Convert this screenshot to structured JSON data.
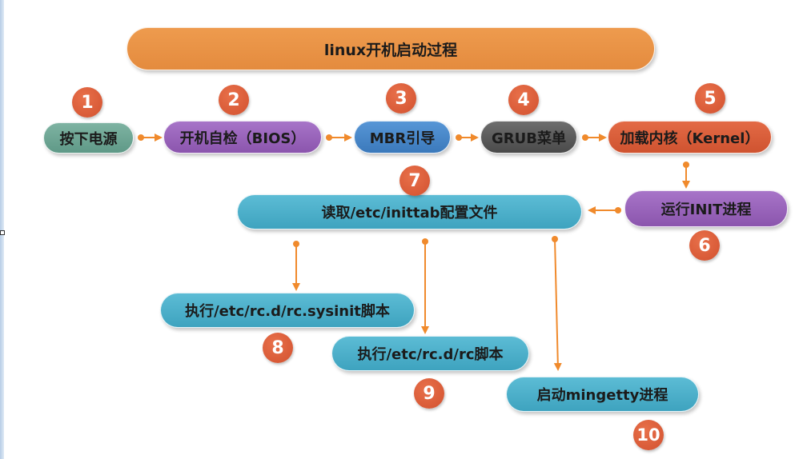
{
  "title": "linux开机启动过程",
  "steps": [
    {
      "num": "1",
      "label": "按下电源"
    },
    {
      "num": "2",
      "label": "开机自检（BIOS）"
    },
    {
      "num": "3",
      "label": "MBR引导"
    },
    {
      "num": "4",
      "label": "GRUB菜单"
    },
    {
      "num": "5",
      "label": "加载内核（Kernel）"
    },
    {
      "num": "6",
      "label": "运行INIT进程"
    },
    {
      "num": "7",
      "label": "读取/etc/inittab配置文件"
    },
    {
      "num": "8",
      "label": "执行/etc/rc.d/rc.sysinit脚本"
    },
    {
      "num": "9",
      "label": "执行/etc/rc.d/rc脚本"
    },
    {
      "num": "10",
      "label": "启动mingetty进程"
    }
  ],
  "colors": {
    "arrow": "#f08a2c",
    "badge": "#d95f3a",
    "title_bar": "#e8904a"
  },
  "icons": {
    "connector": "dot-arrow"
  }
}
